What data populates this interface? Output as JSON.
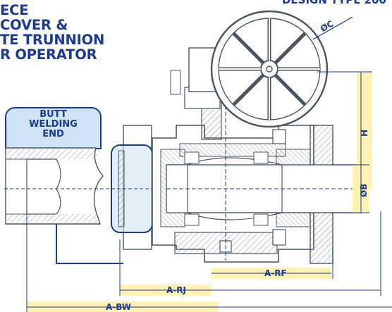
{
  "header": {
    "design_type": "DESIGN TYPE 200",
    "title_lines": [
      "ECE",
      "COVER &",
      "TE TRUNNION",
      "R OPERATOR"
    ]
  },
  "detail": {
    "label_lines": [
      "BUTT",
      "WELDING",
      "END"
    ]
  },
  "dimensions": {
    "diameter_c": "ØC",
    "height": "H",
    "diameter_b": "ØB",
    "a_rf": "A-RF",
    "a_rj": "A-RJ",
    "a_bw": "A-BW"
  },
  "colors": {
    "navy": "#1b3b8c",
    "highlight": "#fff2b3",
    "detail_fill": "#cfe3f4",
    "line": "#4a5560"
  }
}
